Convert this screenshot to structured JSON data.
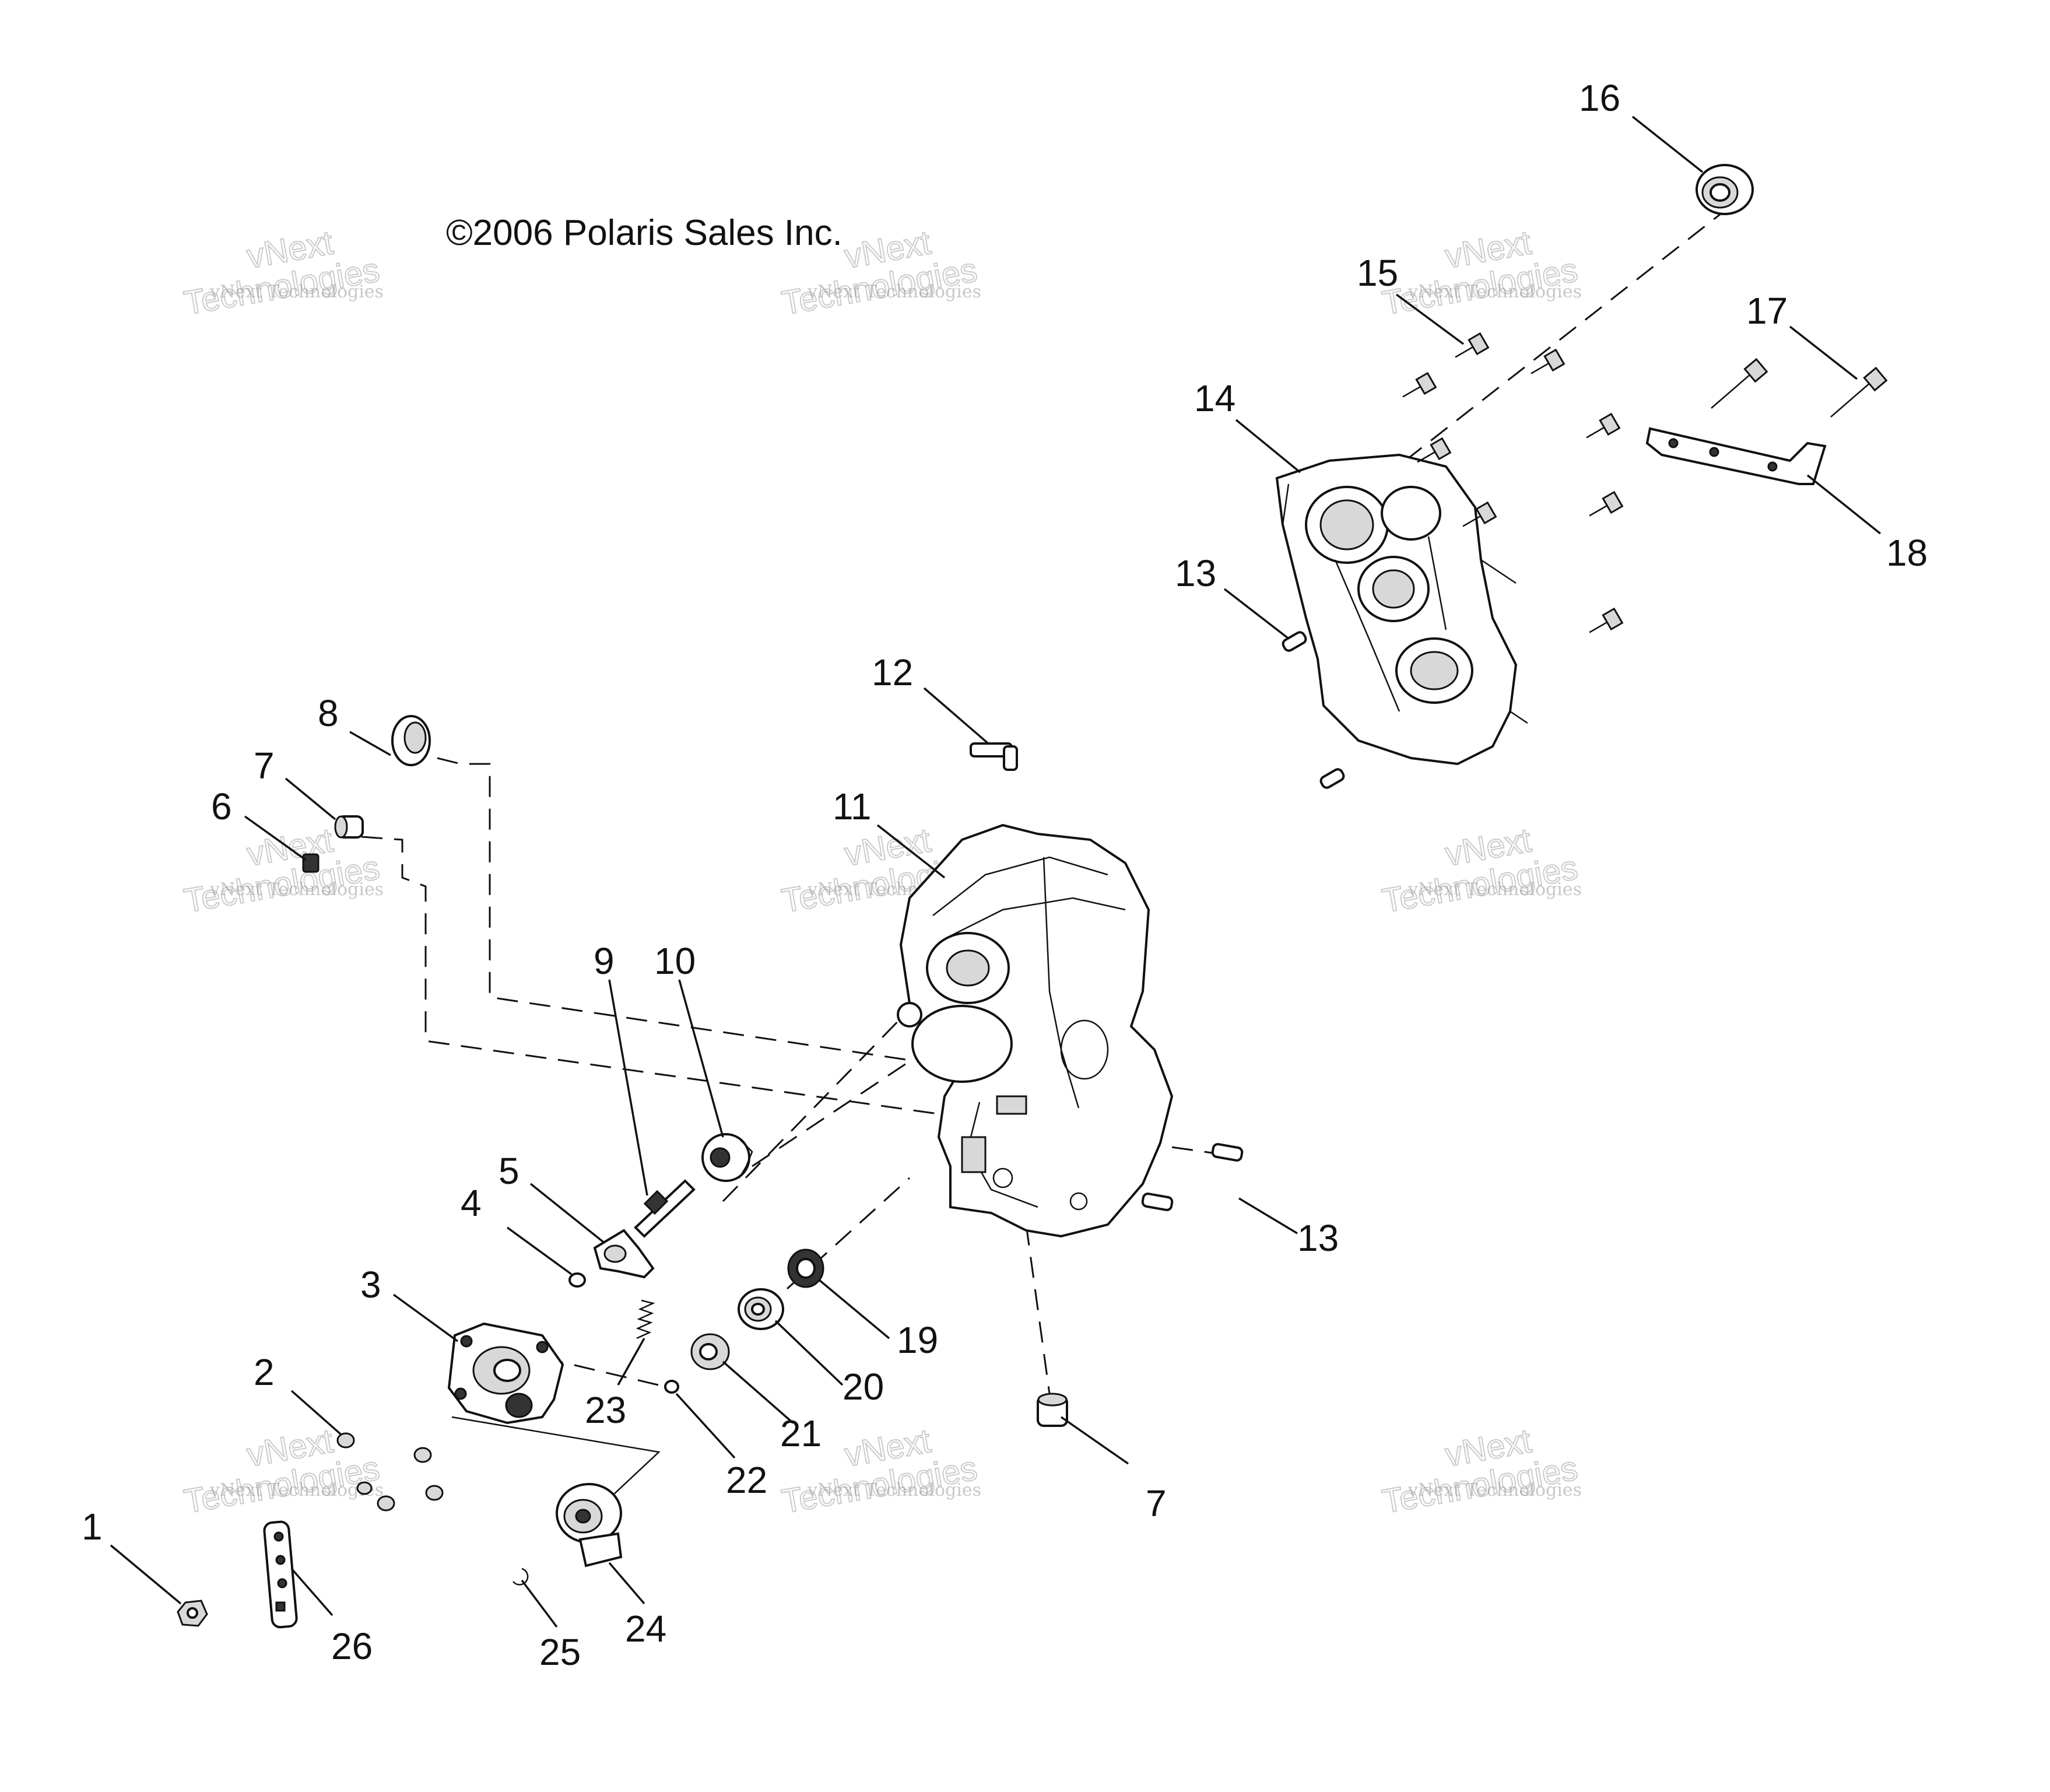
{
  "copyright": "©2006 Polaris Sales Inc.",
  "watermark": {
    "line1": "vNext Technologies",
    "line2": "vNext",
    "line3": "Technologies"
  },
  "callouts": [
    "1",
    "2",
    "3",
    "4",
    "5",
    "6",
    "7",
    "7",
    "8",
    "9",
    "10",
    "11",
    "12",
    "13",
    "13",
    "14",
    "15",
    "16",
    "17",
    "18",
    "19",
    "20",
    "21",
    "22",
    "23",
    "24",
    "25",
    "26"
  ]
}
